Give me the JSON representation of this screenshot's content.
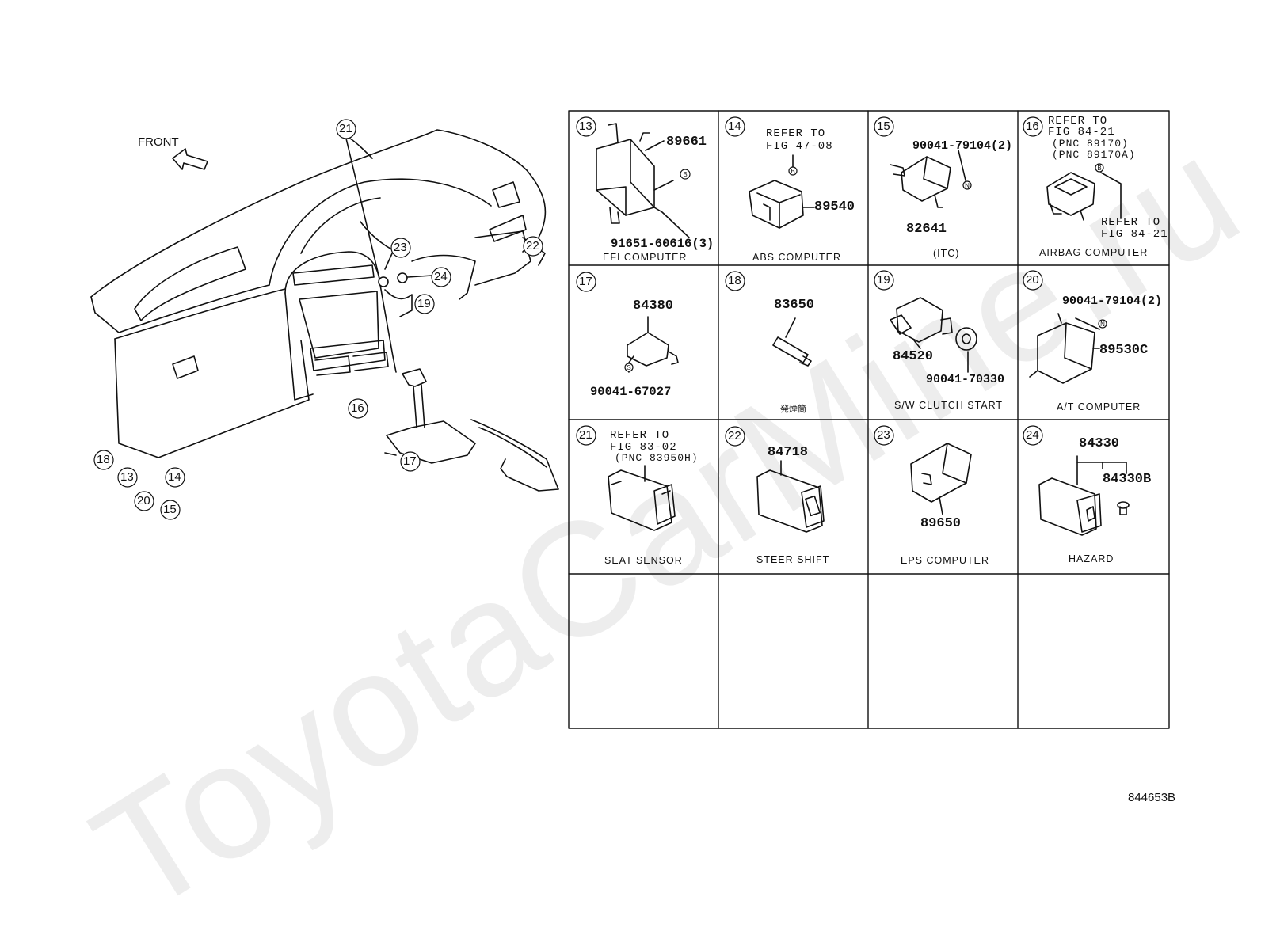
{
  "watermark": "ToyotaCarMine.ru",
  "overview": {
    "front_label": "FRONT",
    "callouts": [
      "21",
      "23",
      "22",
      "24",
      "19",
      "16",
      "17",
      "18",
      "13",
      "14",
      "20",
      "15"
    ]
  },
  "cells": [
    {
      "id": "c13",
      "num": "13",
      "caption": "EFI COMPUTER",
      "parts": [
        "89661",
        "91651-60616(3)"
      ],
      "ref": [],
      "marks": [
        "B"
      ]
    },
    {
      "id": "c14",
      "num": "14",
      "caption": "ABS COMPUTER",
      "parts": [
        "89540"
      ],
      "ref": [
        "REFER TO",
        "FIG 47-08"
      ],
      "marks": [
        "B"
      ]
    },
    {
      "id": "c15",
      "num": "15",
      "caption": "(ITC)",
      "parts": [
        "90041-79104(2)",
        "82641"
      ],
      "ref": [],
      "marks": [
        "N"
      ]
    },
    {
      "id": "c16",
      "num": "16",
      "caption": "AIRBAG COMPUTER",
      "parts": [],
      "ref": [
        "REFER TO",
        "FIG 84-21",
        "(PNC 89170)",
        "(PNC 89170A)"
      ],
      "ref2": [
        "REFER TO",
        "FIG 84-21"
      ],
      "marks": [
        "B"
      ]
    },
    {
      "id": "c17",
      "num": "17",
      "caption": "",
      "parts": [
        "84380",
        "90041-67027"
      ],
      "ref": [],
      "marks": [
        "S"
      ]
    },
    {
      "id": "c18",
      "num": "18",
      "caption": "発煙筒",
      "parts": [
        "83650"
      ],
      "ref": [],
      "marks": []
    },
    {
      "id": "c19",
      "num": "19",
      "caption": "S/W CLUTCH START",
      "parts": [
        "84520",
        "90041-70330"
      ],
      "ref": [],
      "marks": []
    },
    {
      "id": "c20",
      "num": "20",
      "caption": "A/T COMPUTER",
      "parts": [
        "90041-79104(2)",
        "89530C"
      ],
      "ref": [],
      "marks": [
        "N"
      ]
    },
    {
      "id": "c21",
      "num": "21",
      "caption": "SEAT SENSOR",
      "parts": [],
      "ref": [
        "REFER TO",
        "FIG 83-02",
        "(PNC 83950H)"
      ],
      "marks": []
    },
    {
      "id": "c22",
      "num": "22",
      "caption": "STEER SHIFT",
      "parts": [
        "84718"
      ],
      "ref": [],
      "marks": []
    },
    {
      "id": "c23",
      "num": "23",
      "caption": "EPS COMPUTER",
      "parts": [
        "89650"
      ],
      "ref": [],
      "marks": []
    },
    {
      "id": "c24",
      "num": "24",
      "caption": "HAZARD",
      "parts": [
        "84330",
        "84330B"
      ],
      "ref": [],
      "marks": []
    }
  ],
  "figure_code": "844653B"
}
